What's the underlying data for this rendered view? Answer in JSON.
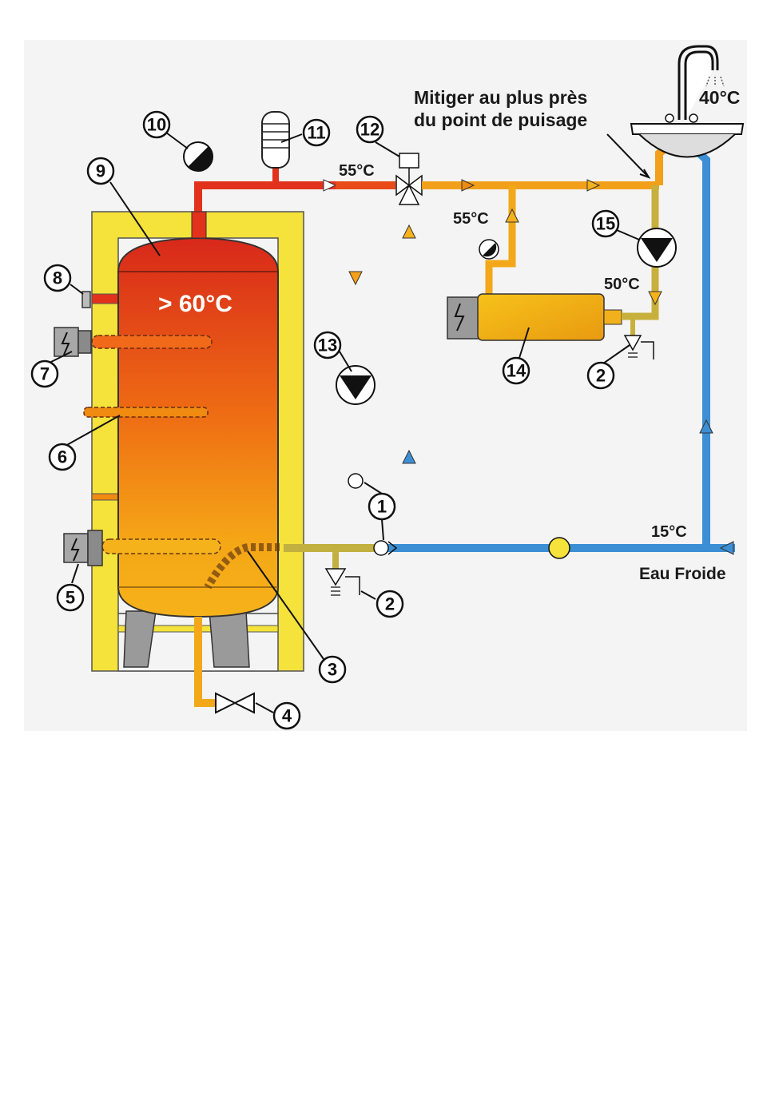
{
  "labels": {
    "tank_temp": "> 60°C",
    "mixer_note_line1": "Mitiger au plus près",
    "mixer_note_line2": "du point de puisage",
    "tap_temp": "40°C",
    "mixer_out_temp": "55°C",
    "booster_temp": "55°C",
    "return_temp": "50°C",
    "cold_temp": "15°C",
    "cold_water": "Eau Froide"
  },
  "callouts": [
    "1",
    "1",
    "2",
    "2",
    "3",
    "4",
    "5",
    "6",
    "7",
    "8",
    "9",
    "10",
    "11",
    "12",
    "13",
    "14",
    "15"
  ],
  "colors": {
    "frame": "#f5e23a",
    "hot": "#e2321c",
    "warm": "#f08a10",
    "mid": "#f4b41a",
    "cold": "#3c8fd4",
    "greenish": "#b9b84a"
  }
}
